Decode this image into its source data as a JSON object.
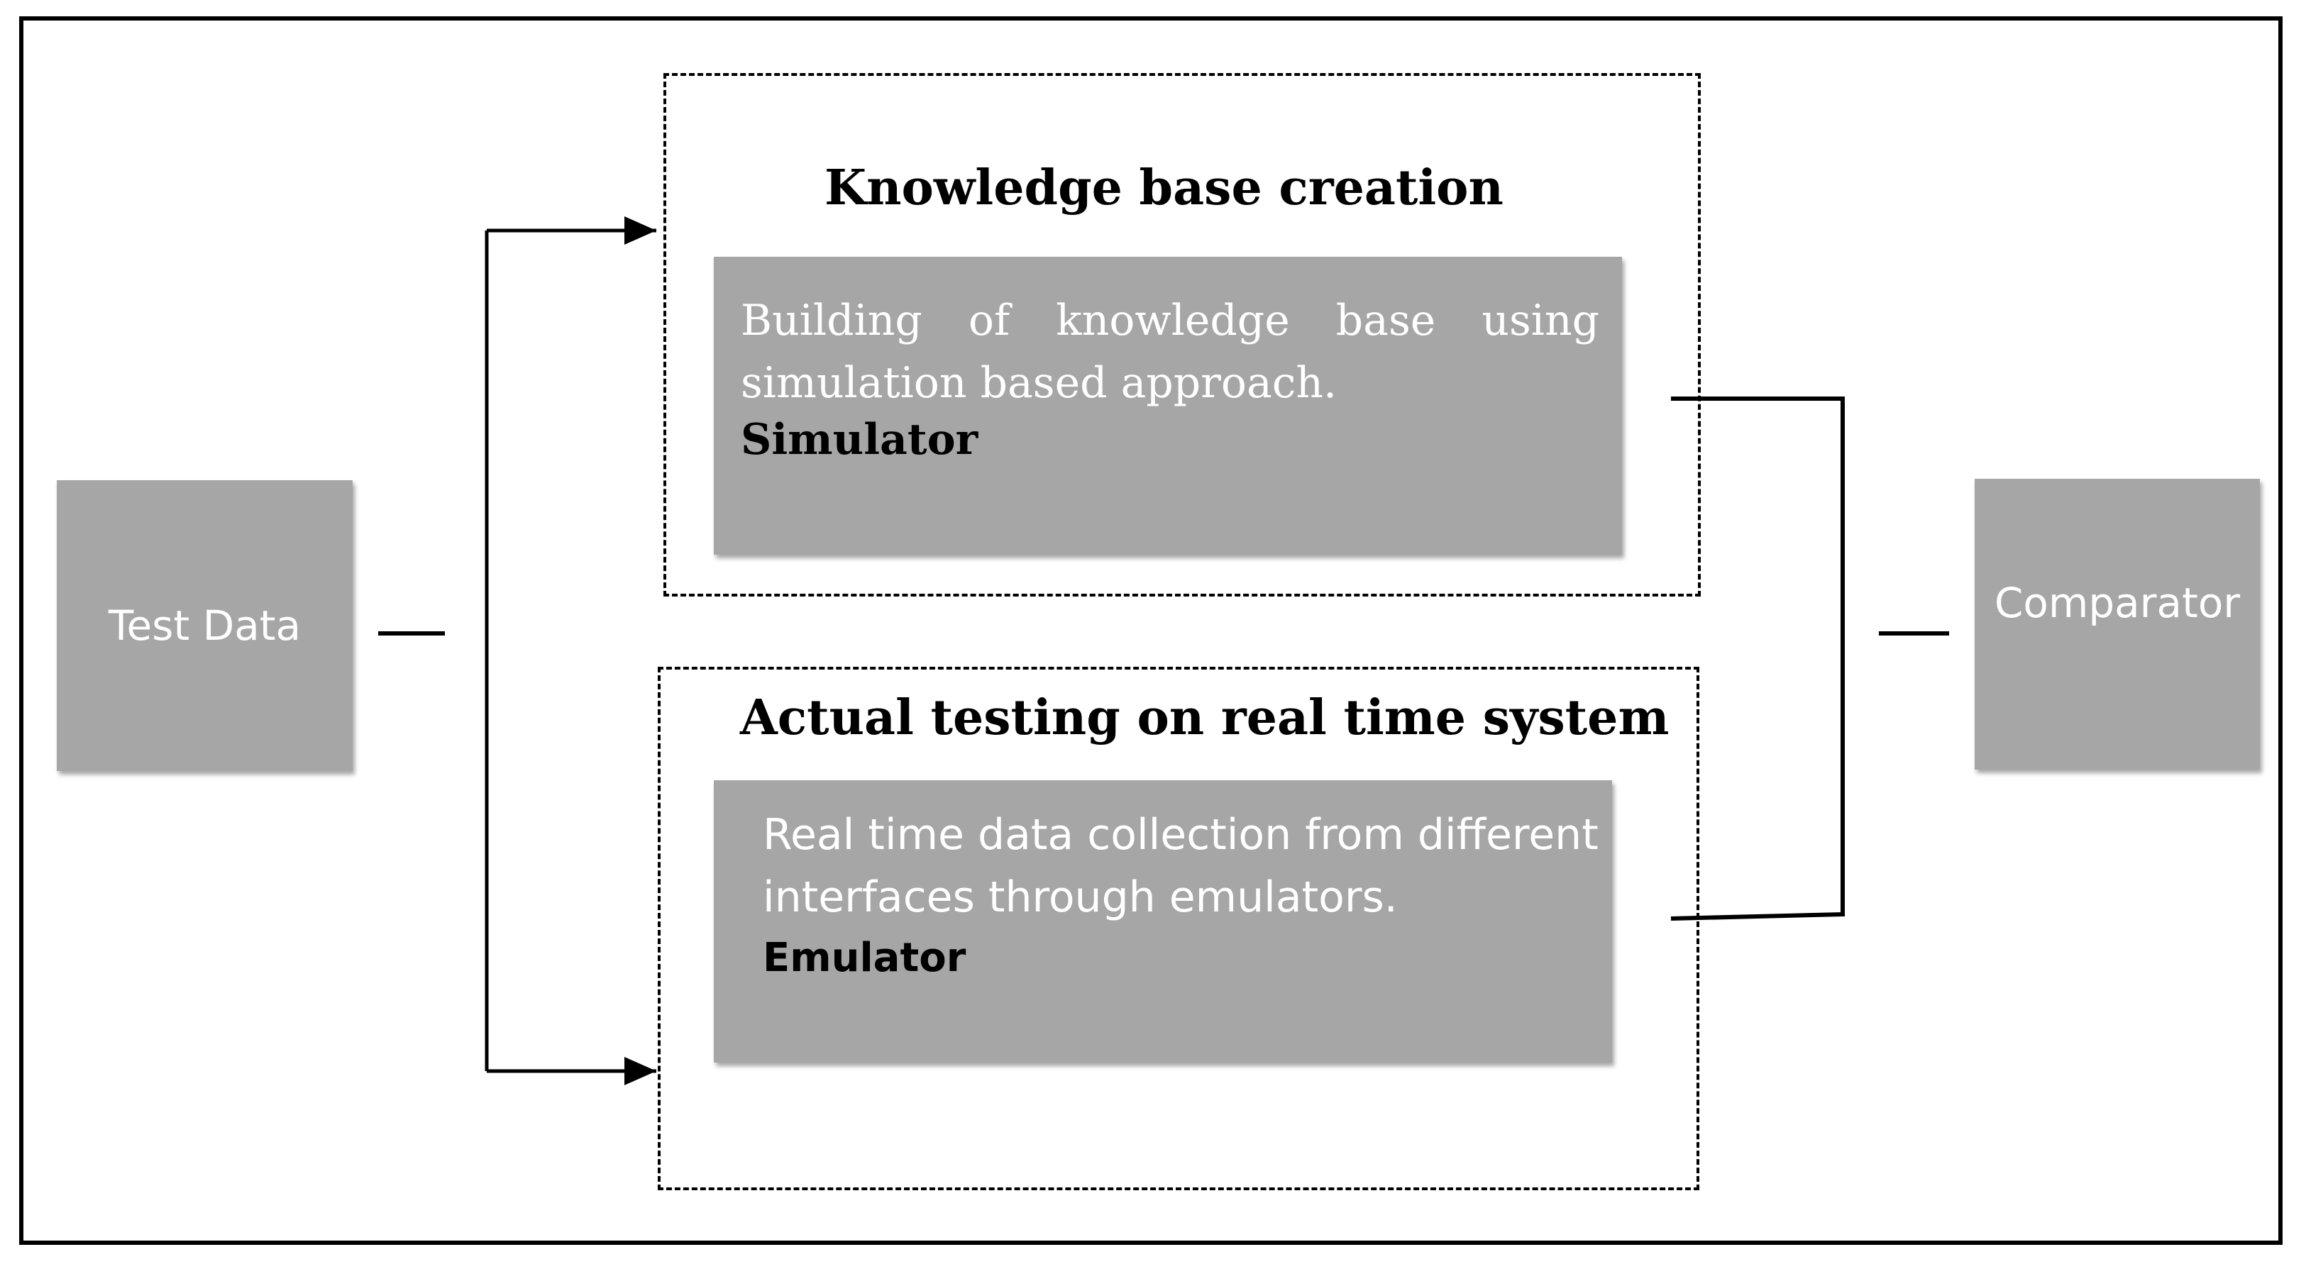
{
  "nodes": {
    "test_data": {
      "label": "Test Data"
    },
    "comparator": {
      "label": "Comparator"
    }
  },
  "knowledge_base": {
    "title": "Knowledge base creation",
    "description": "Building of knowledge base using simulation based approach.",
    "role": "Simulator"
  },
  "actual_testing": {
    "title": "Actual testing on real time system",
    "description": "Real time data collection from different interfaces through emulators.",
    "role": "Emulator"
  }
}
